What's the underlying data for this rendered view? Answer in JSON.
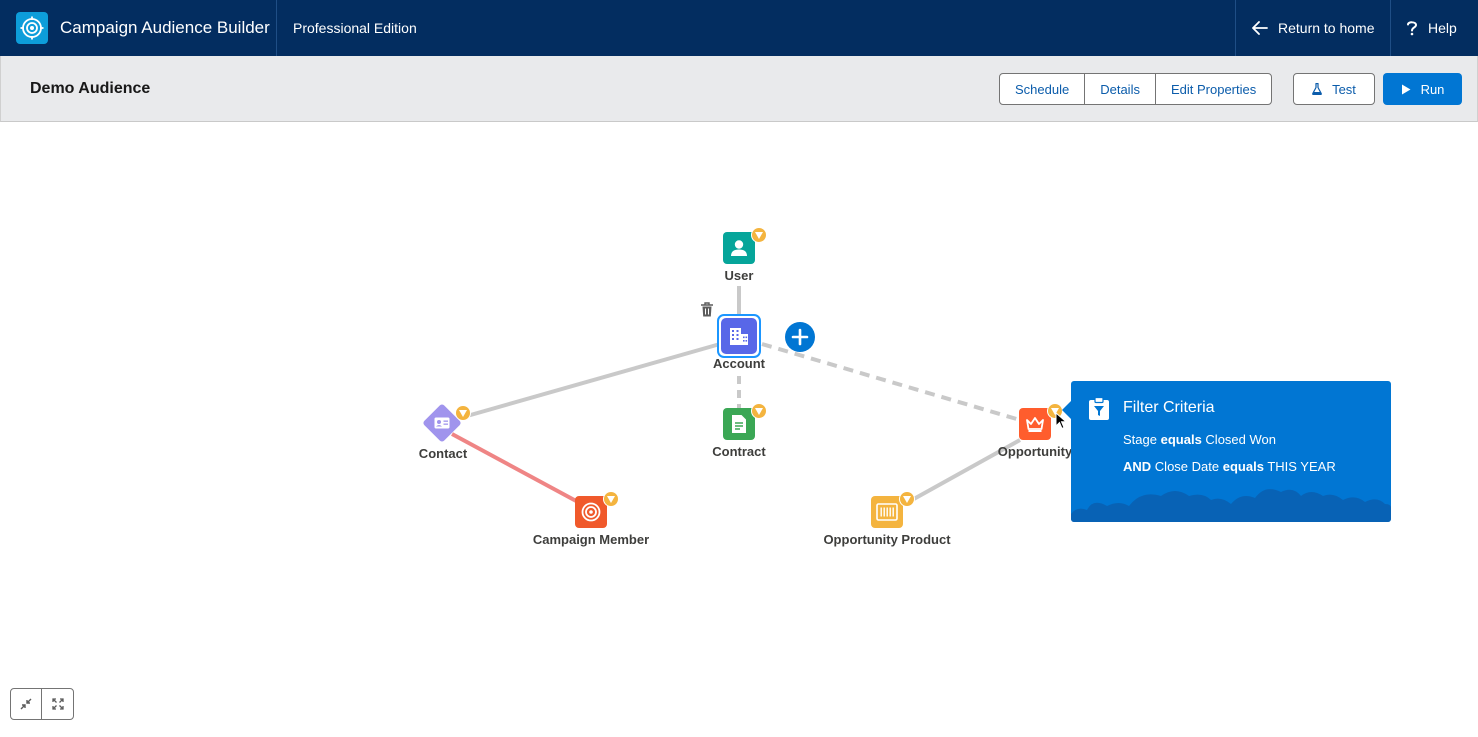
{
  "topbar": {
    "app_title": "Campaign Audience Builder",
    "edition": "Professional Edition",
    "return_label": "Return to home",
    "help_label": "Help",
    "brand_color": "#032d60"
  },
  "header": {
    "title": "Demo Audience",
    "buttons": {
      "schedule": "Schedule",
      "details": "Details",
      "edit_properties": "Edit Properties",
      "test": "Test",
      "run": "Run"
    }
  },
  "nodes": {
    "user": {
      "label": "User",
      "color": "#06a59a",
      "icon": "user-icon"
    },
    "account": {
      "label": "Account",
      "color": "#5867e8",
      "icon": "building-icon"
    },
    "contact": {
      "label": "Contact",
      "color": "#a094ed",
      "icon": "contact-card-icon"
    },
    "contract": {
      "label": "Contract",
      "color": "#3ba755",
      "icon": "document-icon"
    },
    "opportunity": {
      "label": "Opportunity",
      "color": "#ff5d2d",
      "icon": "crown-icon"
    },
    "campaign_member": {
      "label": "Campaign Member",
      "color": "#f0592b",
      "icon": "target-icon"
    },
    "opportunity_product": {
      "label": "Opportunity Product",
      "color": "#f4b43f",
      "icon": "barcode-icon"
    }
  },
  "filter_popover": {
    "title": "Filter Criteria",
    "line1": {
      "field": "Stage",
      "operator": "equals",
      "value": "Closed Won"
    },
    "line2": {
      "conjunction": "AND",
      "field": "Close Date",
      "operator": "equals",
      "value": "THIS YEAR"
    },
    "color": "#0176d3"
  },
  "colors": {
    "edge": "#c9c9c9",
    "edge_highlight": "#ef8585",
    "filter_badge": "#f4b43f",
    "accent": "#0176d3"
  }
}
